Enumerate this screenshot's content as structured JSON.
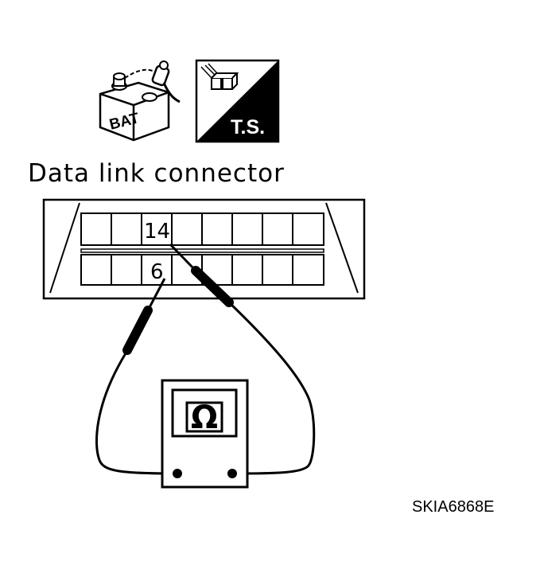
{
  "diagram": {
    "title": "Data link connector",
    "pin_upper": "14",
    "pin_lower": "6",
    "ohmmeter_symbol": "Ω",
    "figure_code": "SKIA6868E"
  },
  "icons": {
    "battery": {
      "name": "battery-disconnected-icon",
      "label": "BAT"
    },
    "tester": {
      "name": "tester-ts-icon",
      "label": "T.S."
    }
  }
}
